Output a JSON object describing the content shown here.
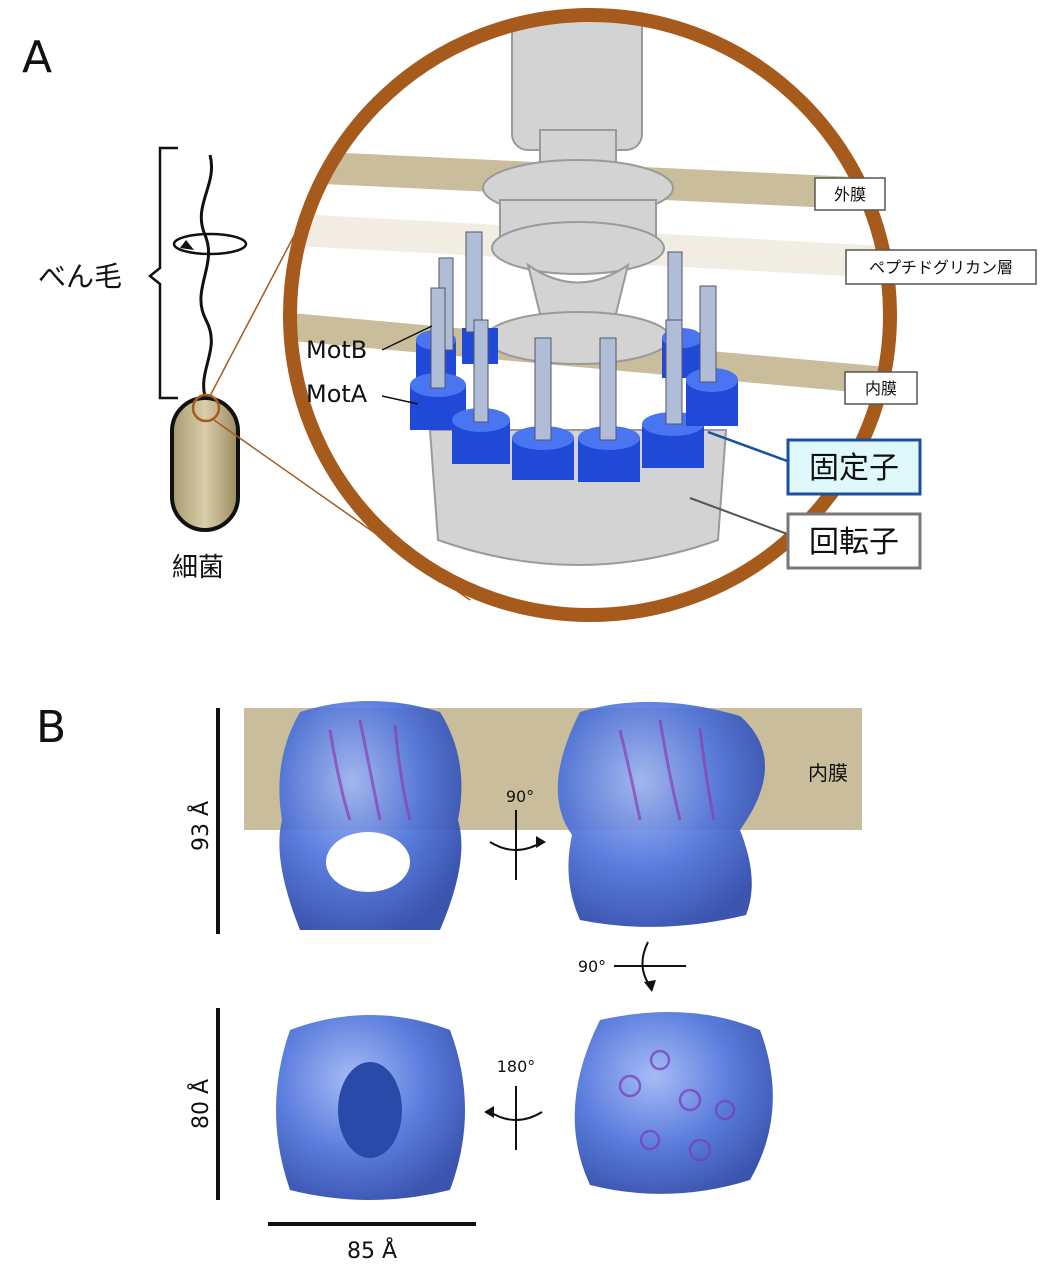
{
  "panel_a": {
    "letter": "A",
    "flagellum_label": "べん毛",
    "bacterium_label": "細菌",
    "outer_membrane": "外膜",
    "peptidoglycan": "ペプチドグリカン層",
    "inner_membrane": "内膜",
    "motb": "MotB",
    "mota": "MotA",
    "stator": "固定子",
    "rotor": "回転子"
  },
  "panel_b": {
    "letter": "B",
    "inner_membrane": "内膜",
    "rot_1": "90°",
    "rot_2": "90°",
    "rot_3": "180°",
    "height_top": "93 Å",
    "height_bottom": "80 Å",
    "width": "85 Å"
  },
  "colors": {
    "ring": "#a65a1c",
    "membrane": "#c9bd9b",
    "stator_blue": "#1f49d6",
    "stator_box_bg": "#dff8fb",
    "stator_box_border": "#1c4fa0",
    "rotor_gray": "#d0d0d0",
    "density_blue": "#4a6fd8"
  }
}
